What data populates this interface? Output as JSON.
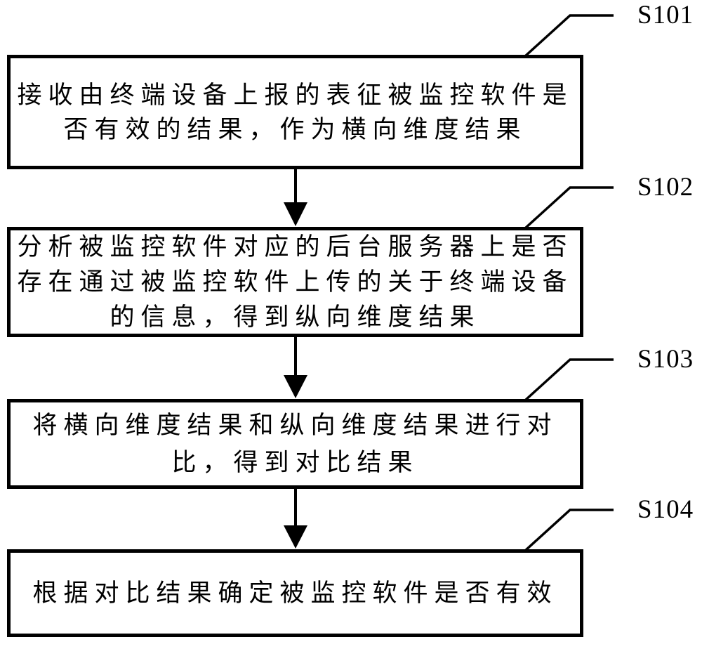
{
  "figure": {
    "background": "#ffffff",
    "line_color": "#000000",
    "steps": [
      {
        "label": "S101",
        "lines": [
          "接收由终端设备上报的表征被监控软件是",
          "否有效的结果，作为横向维度结果"
        ]
      },
      {
        "label": "S102",
        "lines": [
          "分析被监控软件对应的后台服务器上是否",
          "存在通过被监控软件上传的关于终端设备",
          "的信息，得到纵向维度结果"
        ]
      },
      {
        "label": "S103",
        "lines": [
          "将横向维度结果和纵向维度结果进行对",
          "比，得到对比结果"
        ]
      },
      {
        "label": "S104",
        "lines": [
          "根据对比结果确定被监控软件是否有效"
        ]
      }
    ]
  }
}
